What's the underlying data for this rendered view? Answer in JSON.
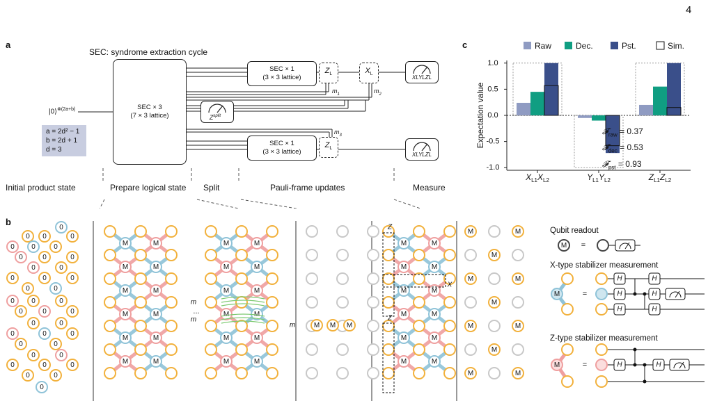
{
  "page_number": "4",
  "panel_a": {
    "label": "a",
    "title": "SEC: syndrome extraction cycle",
    "init_state": "|0⟩",
    "init_state_sup": "⊗(2a+b)",
    "params": [
      "a = 2d² − 1",
      "b = 2d + 1",
      "d = 3"
    ],
    "big_box": [
      "SEC × 3",
      "(7 × 3 lattice)"
    ],
    "sec_top": [
      "SEC × 1",
      "(3 × 3 lattice)"
    ],
    "sec_bot": [
      "SEC × 1",
      "(3 × 3 lattice)"
    ],
    "zl_top": "Z",
    "xl_top": "X",
    "zl_bot": "Z",
    "sub_L": "L",
    "z_split": "Z",
    "z_split_sub": "split",
    "m1": "m",
    "m2": "m",
    "m3": "m",
    "meas_top": "XLYLZL",
    "meas_bot": "XLYLZL",
    "stages": [
      "Initial product state",
      "Prepare logical state",
      "Split",
      "Pauli-frame updates",
      "Measure"
    ]
  },
  "panel_b": {
    "label": "b",
    "zero": "0",
    "M": "M",
    "m1": "m",
    "m2": "m",
    "m3": "m",
    "dots": "...",
    "ZL": "Z",
    "XL": "X",
    "legend": {
      "qubit_readout": "Qubit readout",
      "x_type": "X-type stabilizer measurement",
      "z_type": "Z-type stabilizer measurement",
      "eq": "=",
      "H": "H"
    }
  },
  "panel_c": {
    "label": "c",
    "fidelity_raw": "= 0.37",
    "fidelity_dec": "= 0.53",
    "fidelity_pst": "= 0.93",
    "fid_sub_raw": "raw",
    "fid_sub_dec": "dec",
    "fid_sub_pst": "pst"
  },
  "chart_data": {
    "type": "bar",
    "ylabel": "Expectation value",
    "ylim": [
      -1.05,
      1.05
    ],
    "yticks": [
      "1.0",
      "0.5",
      "0.0",
      "-0.5",
      "-1.0"
    ],
    "categories": [
      "XL1XL2",
      "YL1YL2",
      "ZL1ZL2"
    ],
    "category_display": [
      {
        "a": "X",
        "as": "L1",
        "b": "X",
        "bs": "L2"
      },
      {
        "a": "Y",
        "as": "L1",
        "b": "Y",
        "bs": "L2"
      },
      {
        "a": "Z",
        "as": "L1",
        "b": "Z",
        "bs": "L2"
      }
    ],
    "series": [
      {
        "name": "Raw",
        "color": "#8f9bc2",
        "values": [
          0.24,
          -0.05,
          0.2
        ]
      },
      {
        "name": "Dec.",
        "color": "#109e82",
        "values": [
          0.45,
          -0.1,
          0.55
        ]
      },
      {
        "name": "Pst.",
        "color": "#3a4f8a",
        "values": [
          1.0,
          -0.72,
          1.0
        ]
      },
      {
        "name": "Sim.",
        "color": "#ffffff",
        "values": [
          0.57,
          -0.58,
          0.15
        ]
      }
    ],
    "ideal": [
      1.0,
      -1.0,
      1.0
    ],
    "grid": false,
    "legend_position": "top"
  }
}
